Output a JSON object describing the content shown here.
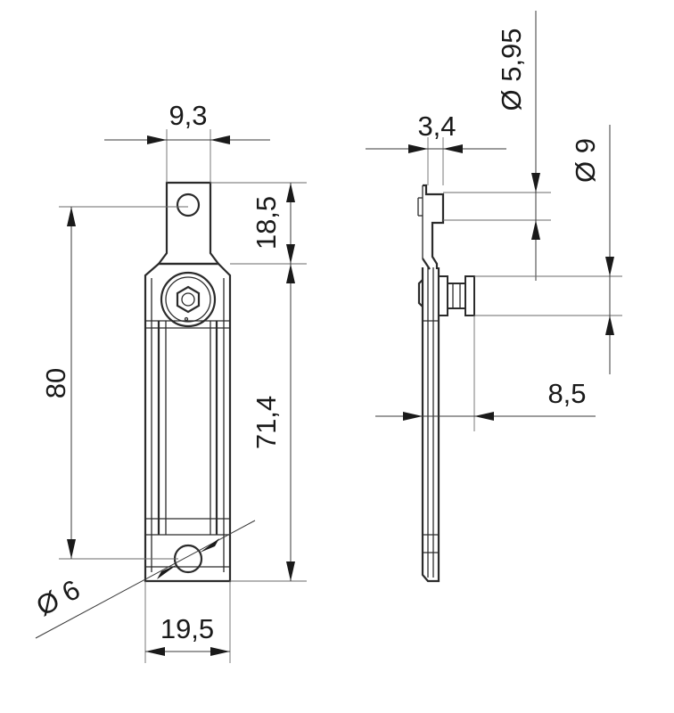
{
  "dimensions": {
    "top_width": "9,3",
    "total_length": "80",
    "tab_length": "18,5",
    "body_length": "71,4",
    "hole_diameter": "Ø 6",
    "body_width": "19,5",
    "side_thickness": "3,4",
    "pin_small_diameter": "Ø 5,95",
    "pin_large_diameter": "Ø 9",
    "pin_offset": "8,5"
  },
  "icons": {
    "hex_socket": "hex-socket-icon"
  }
}
